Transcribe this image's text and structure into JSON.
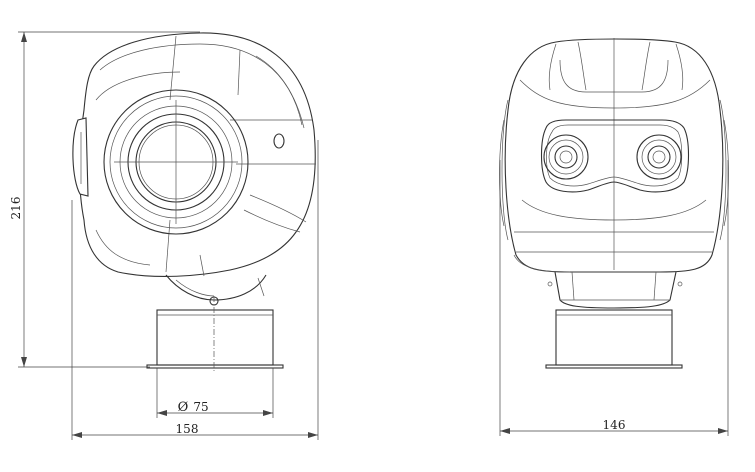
{
  "dimensions": {
    "height": "216",
    "side_width": "158",
    "base_diameter": "75",
    "front_width": "146"
  },
  "symbols": {
    "diameter": "Ø"
  },
  "colors": {
    "line": "#333333",
    "background": "#ffffff"
  }
}
